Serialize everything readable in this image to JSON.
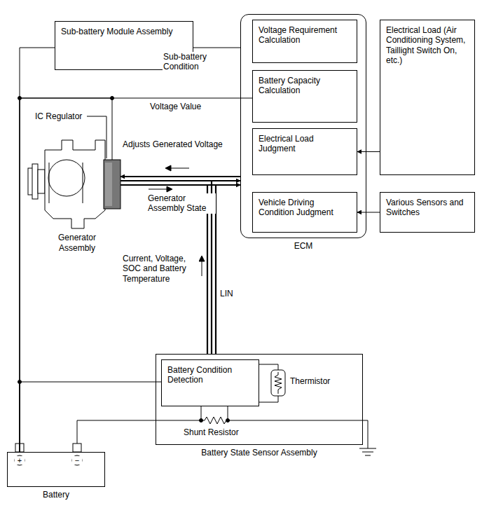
{
  "diagram": {
    "nodes": [
      {
        "text": [
          "Sub-battery Module Assembly"
        ]
      },
      {
        "text": [
          "ECM"
        ]
      },
      {
        "text": [
          "Voltage Requirement Calculation"
        ],
        "in": 1
      },
      {
        "text": [
          "Battery Capacity Calculation"
        ],
        "in": 1
      },
      {
        "text": [
          "Electrical Load Judgment"
        ],
        "in": 1
      },
      {
        "text": [
          "Vehicle Driving Condition Judgment"
        ],
        "in": 1
      },
      {
        "text": [
          "Electrical Load (Air Conditioning System, Taillight Switch On, etc.)"
        ]
      },
      {
        "text": [
          "Various Sensors and Switches"
        ]
      },
      {
        "text": [
          "Generator Assembly"
        ]
      },
      {
        "text": [
          "Battery State Sensor Assembly"
        ]
      },
      {
        "text": [
          "Battery Condition Detection"
        ],
        "in": 9
      },
      {
        "text": [
          "Battery"
        ]
      }
    ],
    "edges": [
      {
        "from": 0,
        "to": 1,
        "label": "Sub-battery Condition",
        "arrow": "none"
      },
      {
        "from": 11,
        "to": 0,
        "arrow": "none"
      },
      {
        "from": 11,
        "to": 3,
        "label": "Voltage Value",
        "arrow": "none"
      },
      {
        "from": 11,
        "to": 8,
        "arrow": "none"
      },
      {
        "from": 11,
        "to": 10,
        "arrow": "none"
      },
      {
        "from": 6,
        "to": 4,
        "arrow": "to"
      },
      {
        "from": 7,
        "to": 5,
        "arrow": "to"
      },
      {
        "from": 1,
        "to": 8,
        "label": "Adjusts Generated Voltage",
        "arrow": "to"
      },
      {
        "from": 8,
        "to": 1,
        "label": "Generator Assembly State",
        "arrow": "to"
      },
      {
        "from": 9,
        "to": 1,
        "label": "Current, Voltage, SOC and Battery Temperature",
        "arrow": "to"
      }
    ],
    "labels": [
      "IC Regulator",
      "LIN",
      "Thermistor",
      "Shunt Resistor",
      "+",
      "−"
    ]
  }
}
